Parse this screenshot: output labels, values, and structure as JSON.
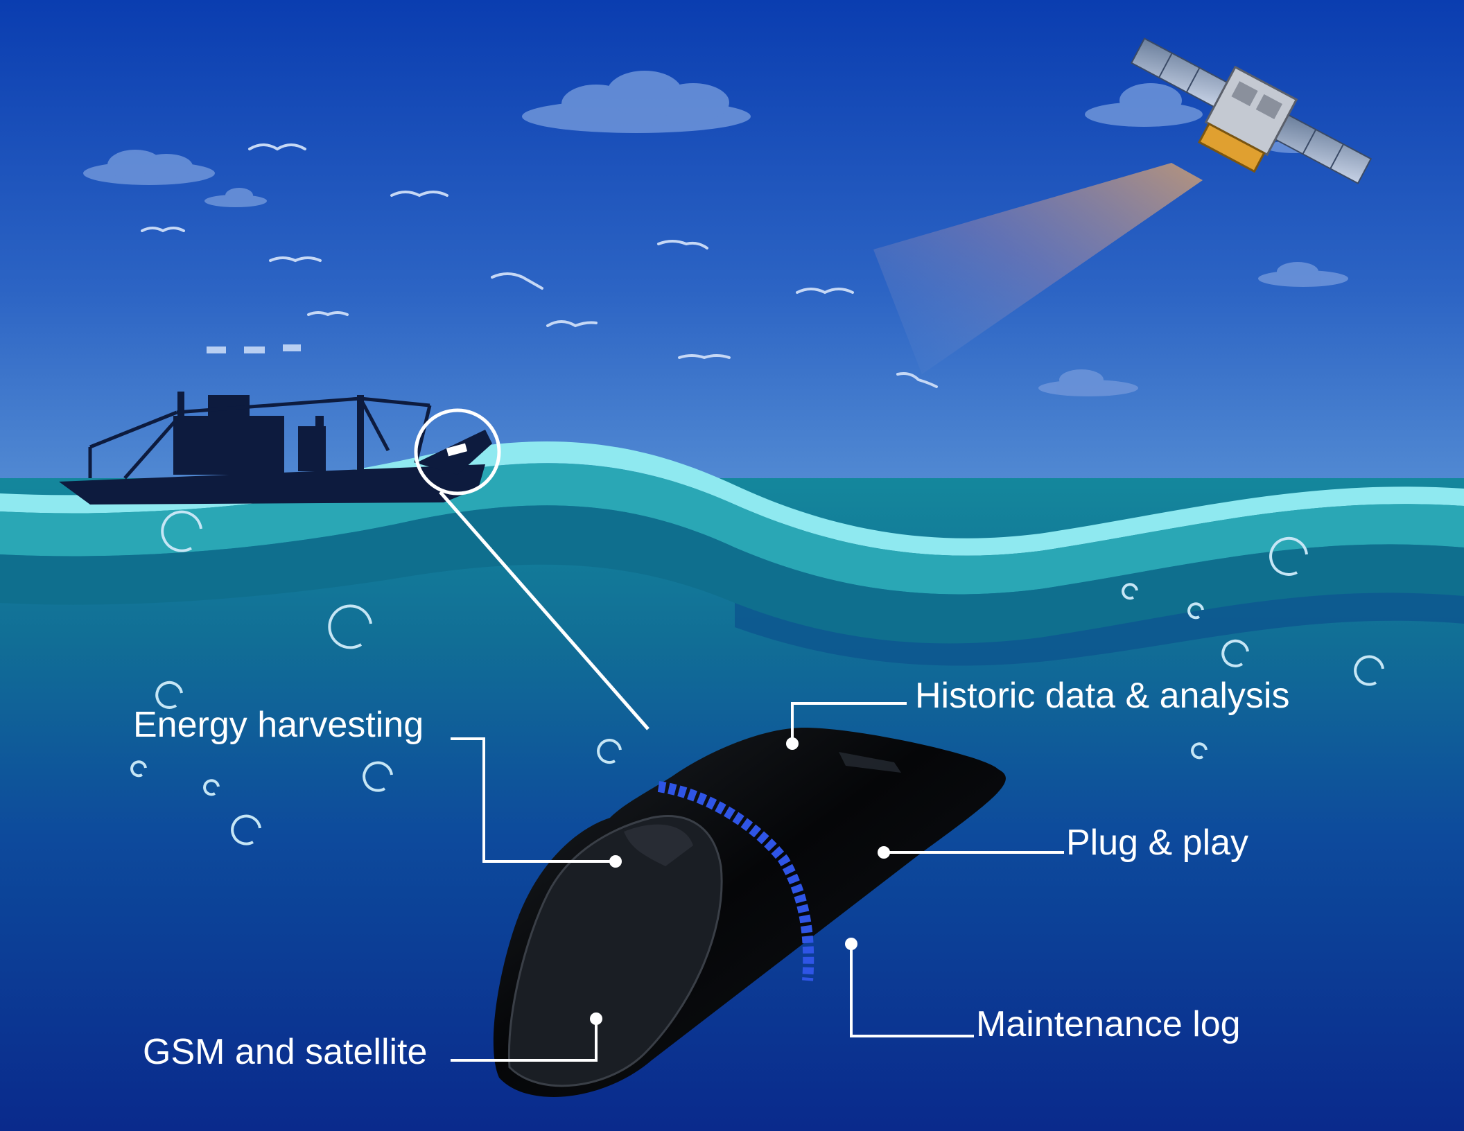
{
  "labels": {
    "energy_harvesting": "Energy harvesting",
    "gsm_satellite": "GSM and satellite",
    "historic_data": "Historic data & analysis",
    "plug_play": "Plug & play",
    "maintenance_log": "Maintenance log"
  },
  "colors": {
    "sky_top": "#0a3fb3",
    "sky_bottom": "#4f86d2",
    "sea_teal": "#127f96",
    "sea_deep": "#0c2f8f",
    "wave_highlight": "#7fe6ee",
    "device": "#050608",
    "device_band": "#2f55e6",
    "callout": "#ffffff"
  },
  "icons": [
    "satellite-icon",
    "ship-icon",
    "seagull-icon",
    "cloud-icon",
    "bubble-icon",
    "sensor-device-icon"
  ]
}
